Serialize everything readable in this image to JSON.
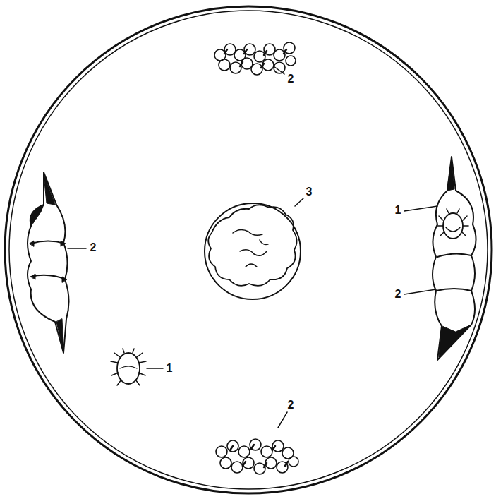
{
  "diagram": {
    "labels": [
      "2",
      "3",
      "1",
      "2",
      "2",
      "1",
      "2"
    ]
  }
}
